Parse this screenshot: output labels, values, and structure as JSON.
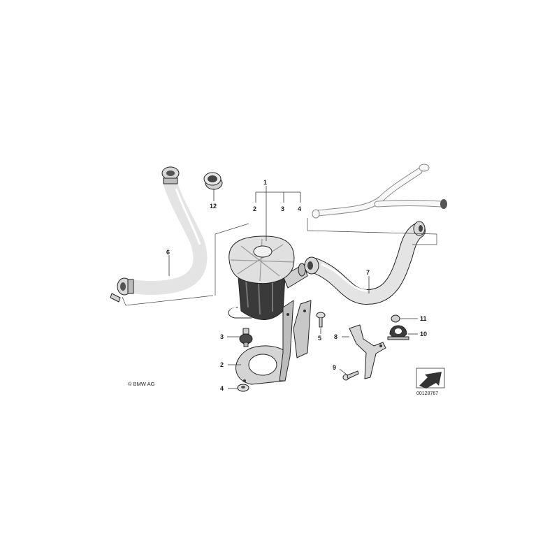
{
  "callouts": [
    {
      "id": "1",
      "text": "1"
    },
    {
      "id": "2a",
      "text": "2"
    },
    {
      "id": "3a",
      "text": "3"
    },
    {
      "id": "4a",
      "text": "4"
    },
    {
      "id": "12",
      "text": "12"
    },
    {
      "id": "6",
      "text": "6"
    },
    {
      "id": "7",
      "text": "7"
    },
    {
      "id": "11",
      "text": "11"
    },
    {
      "id": "10",
      "text": "10"
    },
    {
      "id": "5",
      "text": "5"
    },
    {
      "id": "8",
      "text": "8"
    },
    {
      "id": "9",
      "text": "9"
    },
    {
      "id": "3b",
      "text": "3"
    },
    {
      "id": "2b",
      "text": "2"
    },
    {
      "id": "4b",
      "text": "4"
    }
  ],
  "copyright": "© BMW AG",
  "image_number": "00128767",
  "colors": {
    "line": "#222222",
    "part_fill": "#e2e2e2",
    "part_dark": "#3a3a3a",
    "ghost": "#8a8a8a"
  }
}
